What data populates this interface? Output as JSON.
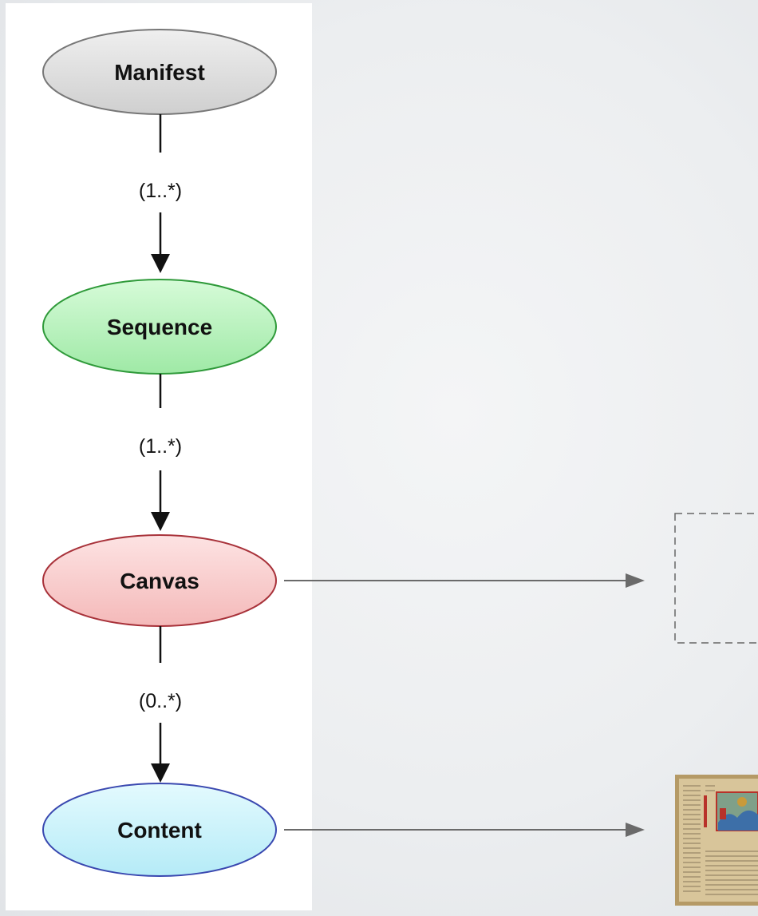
{
  "nodes": {
    "manifest": {
      "label": "Manifest",
      "fill": "#d9d9d9",
      "stroke": "#777777"
    },
    "sequence": {
      "label": "Sequence",
      "fill": "#bff5c2",
      "stroke": "#2f9a3a"
    },
    "canvas": {
      "label": "Canvas",
      "fill": "#fbd2d2",
      "stroke": "#a8323a"
    },
    "content": {
      "label": "Content",
      "fill": "#cdf3fb",
      "stroke": "#3a48b0"
    }
  },
  "edges": {
    "manifest_sequence": {
      "cardinality": "(1..*)"
    },
    "sequence_canvas": {
      "cardinality": "(1..*)"
    },
    "canvas_content": {
      "cardinality": "(0..*)"
    }
  },
  "colors": {
    "arrow": "#111111",
    "connector": "#6a6a6a",
    "dashed_frame": "#666666"
  },
  "icons": {
    "manuscript_thumbnail": "illuminated-manuscript-page"
  }
}
